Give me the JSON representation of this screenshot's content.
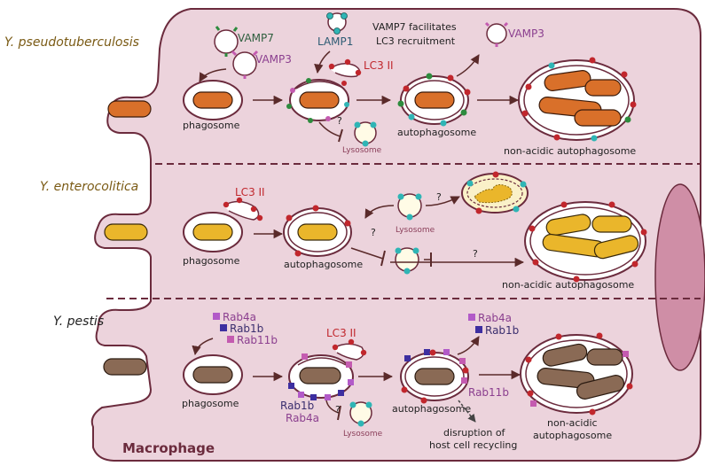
{
  "species": {
    "pseudotuberculosis": "Y. pseudotuberculosis",
    "enterocolitica": "Y. enterocolitica",
    "pestis": "Y. pestis"
  },
  "row1": {
    "vamp7": "VAMP7",
    "vamp3": "VAMP3",
    "lamp1": "LAMP1",
    "note_line1": "VAMP7 facilitates",
    "note_line2": "LC3 recruitment",
    "vamp3_out": "VAMP3",
    "lc3": "LC3 II",
    "phagosome": "phagosome",
    "q": "?",
    "lysosome": "Lysosome",
    "autophagosome": "autophagosome",
    "nonacidic": "non-acidic autophagosome"
  },
  "row2": {
    "lc3": "LC3 II",
    "phagosome": "phagosome",
    "autophagosome": "autophagosome",
    "q1": "?",
    "q2": "?",
    "q3": "?",
    "lysosome": "Lysosome",
    "nonacidic": "non-acidic autophagosome"
  },
  "row3": {
    "rab4a": "Rab4a",
    "rab1b": "Rab1b",
    "rab11b": "Rab11b",
    "lc3": "LC3 II",
    "phagosome": "phagosome",
    "rab1b_low": "Rab1b",
    "rab4a_low": "Rab4a",
    "q": "?",
    "lysosome": "Lysosome",
    "autophagosome": "autophagosome",
    "rab4a_out": "Rab4a",
    "rab1b_out": "Rab1b",
    "rab11b_out": "Rab11b",
    "disruption1": "disruption of",
    "disruption2": "host cell recycling",
    "nonacidic1": "non-acidic",
    "nonacidic2": "autophagosome"
  },
  "macrophage": "Macrophage",
  "colors": {
    "cell": "#ecd3dc",
    "membrane": "#6b2b3d",
    "pseudo_bacteria": "#d9702a",
    "entero_bacteria": "#eab62b",
    "pestis_bacteria": "#8a6a55",
    "lc3": "#c1272d",
    "lamp1": "#2fb5b5",
    "vamp7": "#2e8b3e",
    "vamp3": "#c45bb0",
    "rab4a": "#b25ac8",
    "rab1b": "#3d2ea0"
  }
}
